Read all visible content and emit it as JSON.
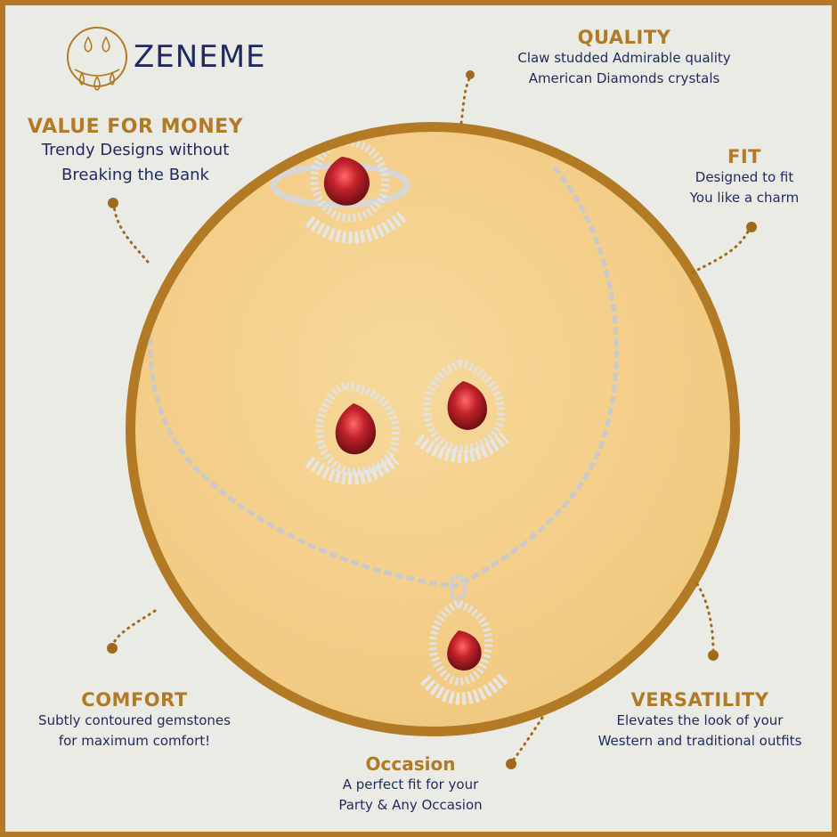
{
  "brand": {
    "name": "ZENEME",
    "icon": "earring-logo-icon"
  },
  "features": {
    "quality": {
      "title": "QUALITY",
      "line1": "Claw studded Admirable quality",
      "line2": "American Diamonds crystals"
    },
    "value": {
      "title": "VALUE FOR MONEY",
      "line1": "Trendy Designs without",
      "line2": "Breaking the Bank"
    },
    "fit": {
      "title": "FIT",
      "line1": "Designed to fit",
      "line2": "You like a charm"
    },
    "comfort": {
      "title": "COMFORT",
      "line1": "Subtly contoured gemstones",
      "line2": "for maximum comfort!"
    },
    "versatility": {
      "title": "VERSATILITY",
      "line1": "Elevates the look of your",
      "line2": "Western and traditional outfits"
    },
    "occasion": {
      "title": "Occasion",
      "line1": "A perfect fit for your",
      "line2": "Party & Any Occasion"
    }
  },
  "colors": {
    "accent": "#b27a24",
    "text": "#1e2a5e",
    "background": "#ebebe6",
    "circle": "#f3cd87",
    "gem": "#c4232b"
  }
}
